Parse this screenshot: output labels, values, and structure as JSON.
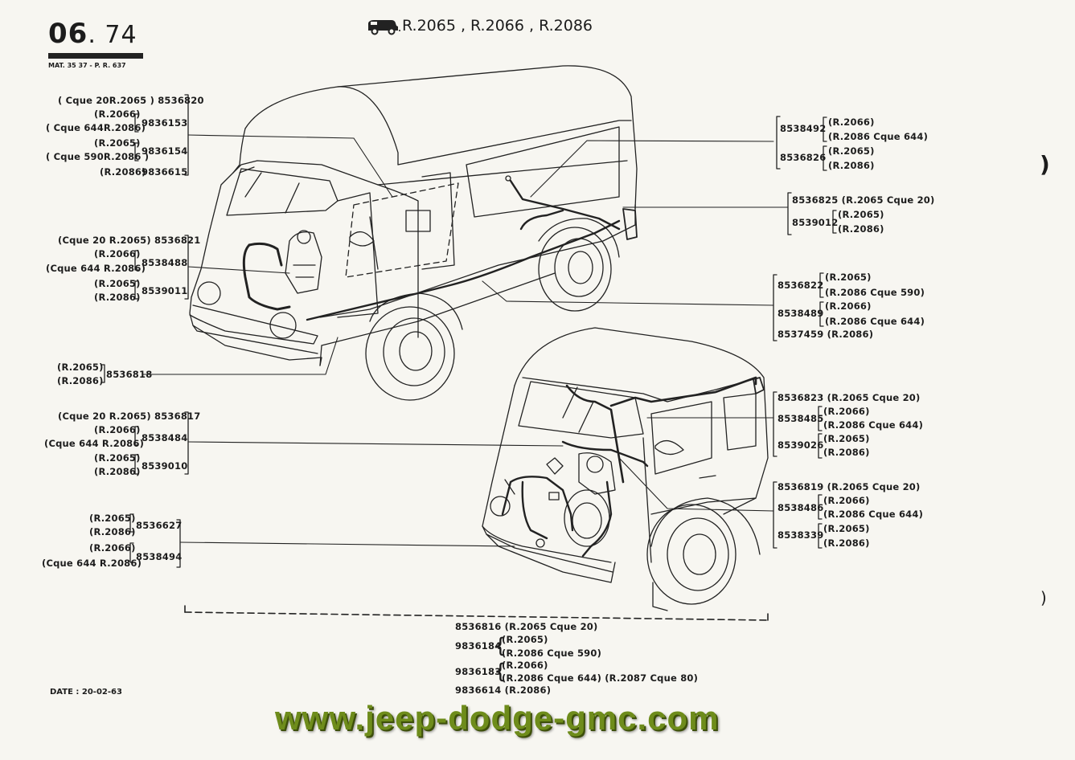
{
  "header": {
    "page_major": "06",
    "page_minor": ". 74",
    "mat_ref": "MAT. 35 37 - P. R. 637",
    "models": "R.2065 , R.2066 , R.2086"
  },
  "labels": {
    "l1": "( Cque  20R.2065 ) 8536820",
    "l2": "(R.2066)",
    "l3": "( Cque 644R.2086)",
    "l4": "(R.2065)",
    "l5": "( Cque  590R.2086 )",
    "l6": "(R.2086)",
    "n_9836153": "9836153",
    "n_9836154": "9836154",
    "n_9836615": "9836615",
    "l7": "(Cque  20 R.2065) 8536821",
    "l8": "(R.2066)",
    "l9": "(Cque 644 R.2086)",
    "n_8538488": "8538488",
    "l10": "(R.2065)",
    "l11": "(R.2086)",
    "n_8539011": "8539011",
    "l12": "(R.2065)",
    "l13": "(R.2086)",
    "n_8536818": "8536818",
    "l14": "(Cque  20 R.2065) 8536817",
    "l15": "(R.2066)",
    "l16": "(Cque  644  R.2086)",
    "n_8538484": "8538484",
    "l17": "(R.2065)",
    "l18": "(R.2086)",
    "n_8539010": "8539010",
    "l19": "(R.2065)",
    "l20": "(R.2086)",
    "n_8536627": "8536627",
    "l21": "(R.2066)",
    "l22": "(Cque  644 R.2086)",
    "n_8538494": "8538494",
    "r_8538492": "8538492",
    "r1": "(R.2066)",
    "r2": "(R.2086 Cque 644)",
    "r_8536826": "8536826",
    "r3": "(R.2065)",
    "r4": "(R.2086)",
    "r5": "8536825 (R.2065 Cque 20)",
    "r_8539012": "8539012",
    "r6": "(R.2065)",
    "r7": "(R.2086)",
    "r_8536822": "8536822",
    "r8": "(R.2065)",
    "r9": "(R.2086 Cque 590)",
    "r_8538489": "8538489",
    "r10": "(R.2066)",
    "r11": "(R.2086 Cque 644)",
    "r12": "8537459  (R.2086)",
    "r13": "8536823  (R.2065 Cque 20)",
    "r_8538485": "8538485",
    "r14": "(R.2066)",
    "r15": "(R.2086 Cque 644)",
    "r_8539026": "8539026",
    "r16": "(R.2065)",
    "r17": "(R.2086)",
    "r18": "8536819 (R.2065 Cque 20)",
    "r_8538486": "8538486",
    "r19": "(R.2066)",
    "r20": "(R.2086 Cque 644)",
    "r_8538339": "8538339",
    "r21": "(R.2065)",
    "r22": "(R.2086)",
    "b1": "8536816  (R.2065 Cque 20)",
    "b_9836184": "9836184",
    "b2": "(R.2065)",
    "b3": "(R.2086 Cque 590)",
    "b_9836183": "9836183",
    "b4": "(R.2066)",
    "b5": "(R.2086 Cque 644) (R.2087 Cque 80)",
    "b6": "9836614  (R.2086)"
  },
  "date": "DATE : 20-02-63",
  "watermark": "www.jeep-dodge-gmc.com"
}
